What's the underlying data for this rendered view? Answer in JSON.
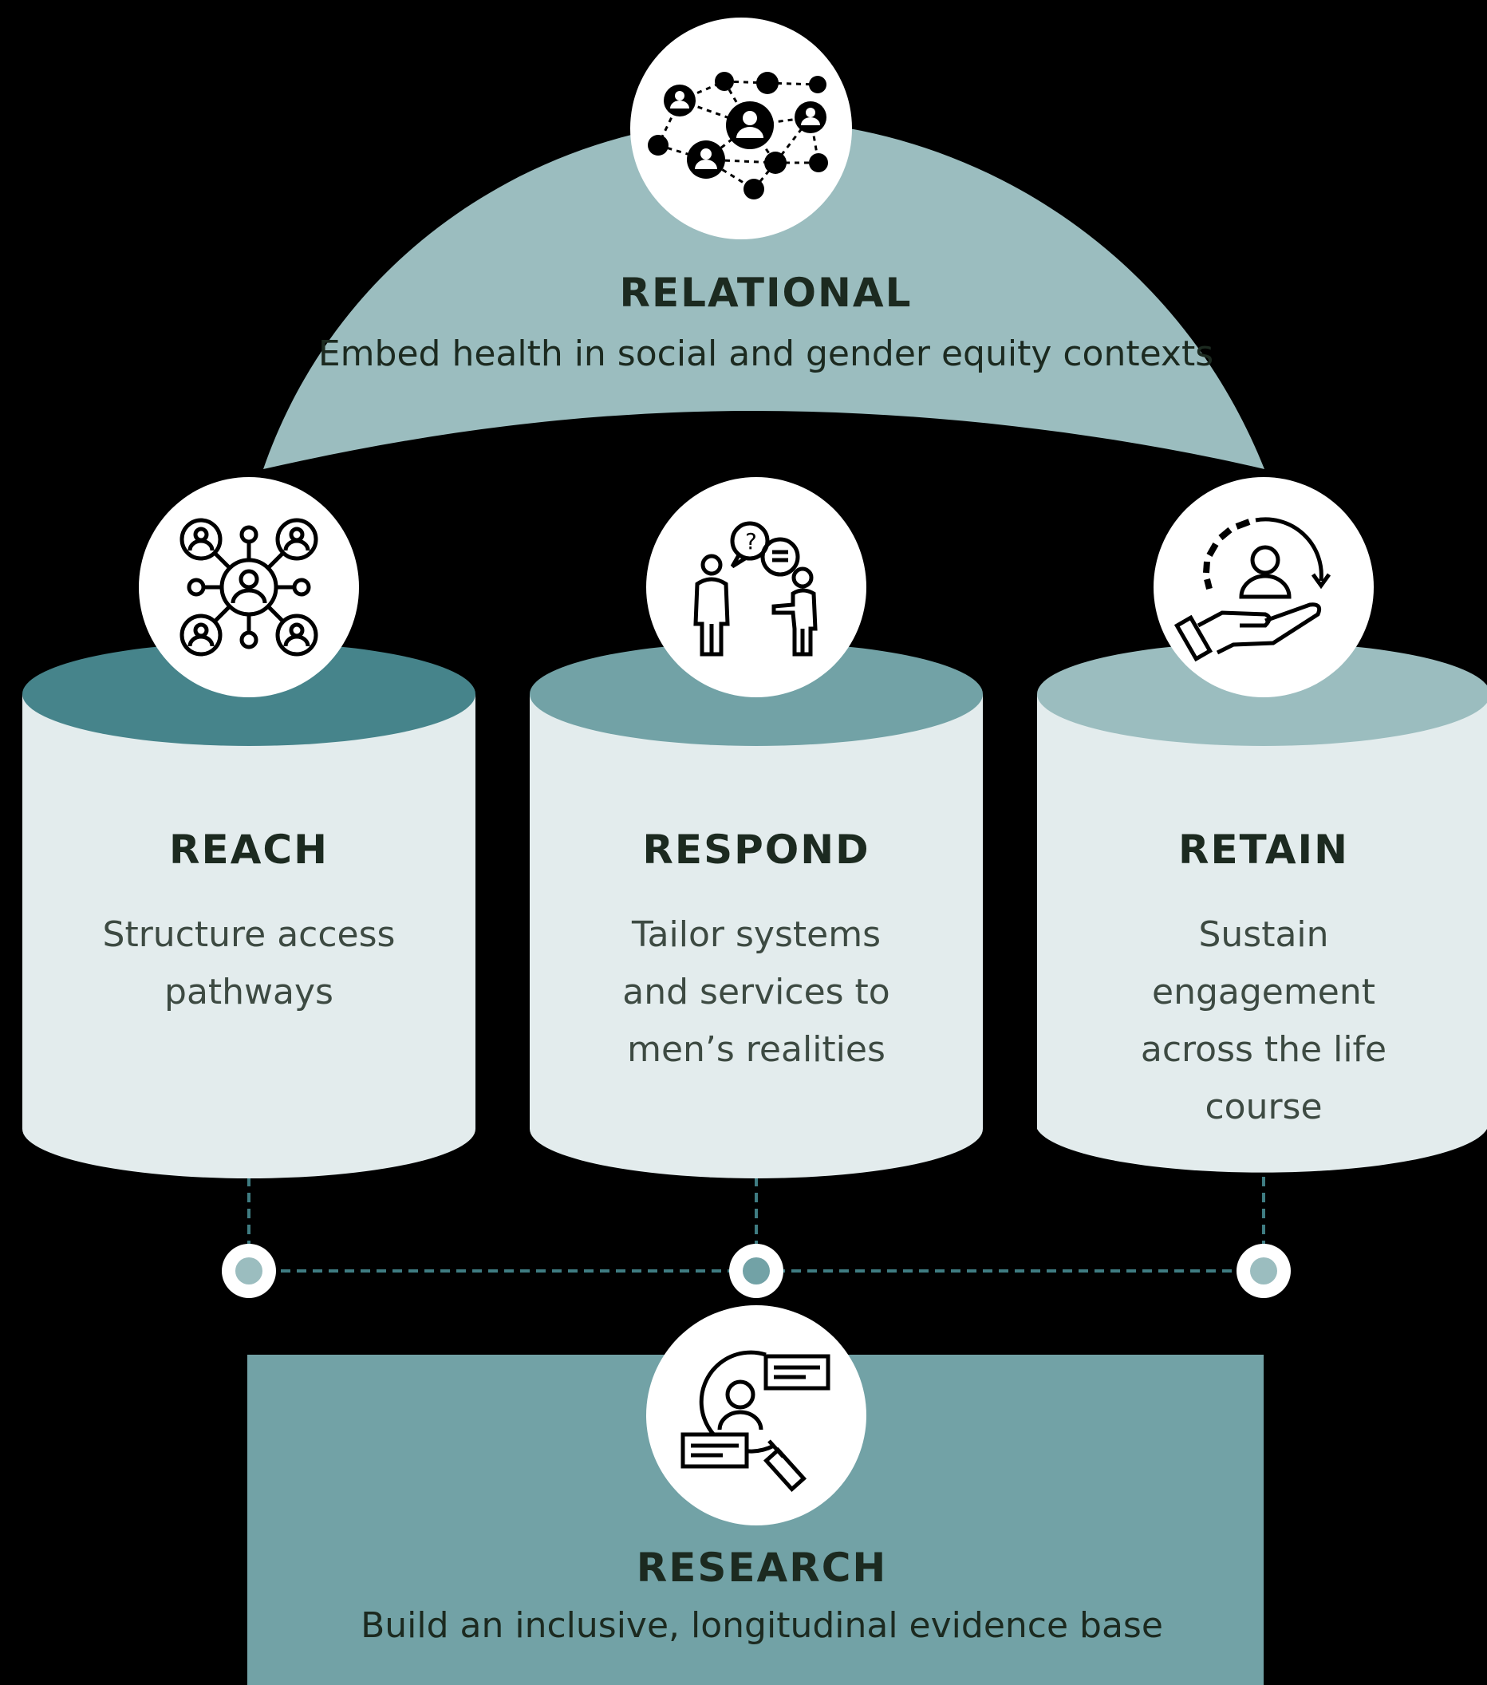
{
  "relational": {
    "title": "RELATIONAL",
    "subtitle": "Embed health in social and gender equity contexts",
    "icon": "network-people-icon"
  },
  "pillars": [
    {
      "key": "reach",
      "title": "REACH",
      "lines": [
        "Structure access",
        "pathways"
      ],
      "icon": "hub-network-icon",
      "top_color": "#46848b",
      "dot_color": "#9bbdbf"
    },
    {
      "key": "respond",
      "title": "RESPOND",
      "lines": [
        "Tailor systems",
        "and services to",
        "men’s realities"
      ],
      "icon": "conversation-people-icon",
      "top_color": "#72a2a6",
      "dot_color": "#72a2a6"
    },
    {
      "key": "retain",
      "title": "RETAIN",
      "lines": [
        "Sustain",
        "engagement",
        "across the life",
        "course"
      ],
      "icon": "hand-cycle-person-icon",
      "top_color": "#9bbdbf",
      "dot_color": "#9bbdbf"
    }
  ],
  "research": {
    "title": "RESEARCH",
    "subtitle": "Build an inclusive, longitudinal evidence base",
    "icon": "research-magnifier-icon"
  },
  "colors": {
    "background": "#000000",
    "arch": "#9bbdbf",
    "cylinder_body": "#e3eced",
    "research_box": "#72a2a6",
    "connector": "#3f7c82",
    "text_dark": "#1c2a20",
    "text_body": "#3d4a42"
  }
}
